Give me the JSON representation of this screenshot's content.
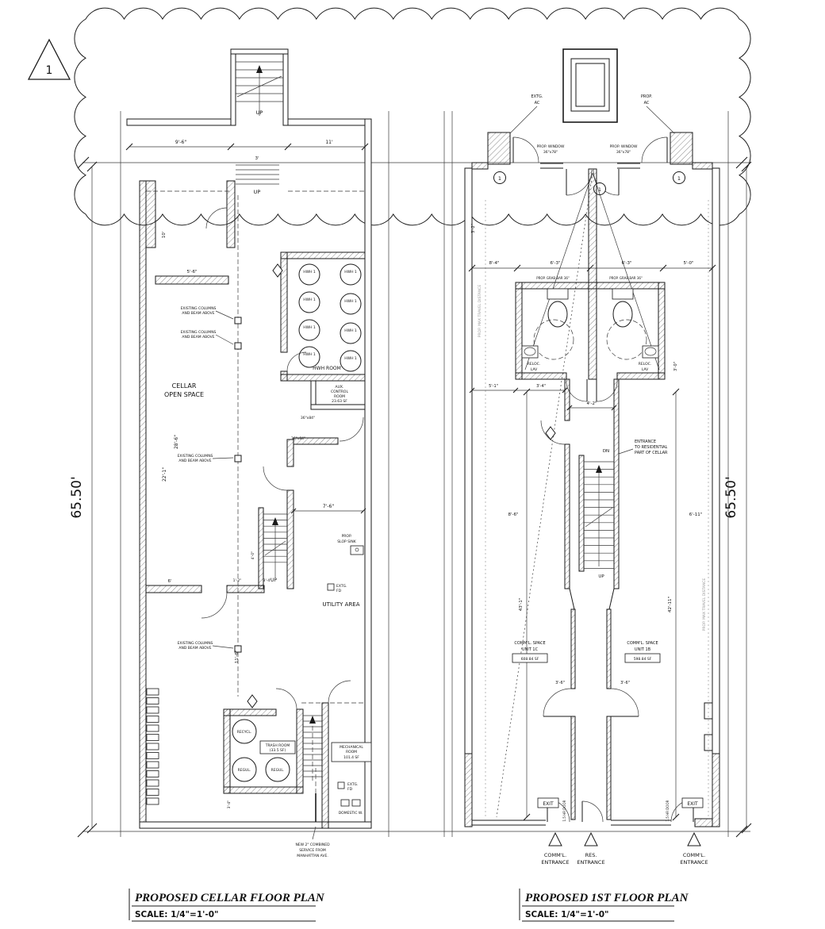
{
  "detail_marker": "1",
  "site": {
    "lot_depth": "65.50'"
  },
  "cellar": {
    "title": "PROPOSED CELLAR FLOOR PLAN",
    "scale_label": "SCALE:  1/4\"=1'-0\"",
    "labels": {
      "up": "UP",
      "open_space": [
        "CELLAR",
        "OPEN SPACE"
      ],
      "hwh_room": "HWH ROOM",
      "hwh_unit": "HWH 1",
      "aux_room": [
        "AUX.",
        "CONTROL",
        "ROOM",
        "23.63 SF"
      ],
      "columns": [
        "EXISTING COLUMNS",
        "AND BEAM ABOVE"
      ],
      "utility": "UTILITY AREA",
      "slop_sink": [
        "PROP.",
        "SLOP SINK"
      ],
      "floor_drain": [
        "EXTG.",
        "FD"
      ],
      "recycl": "RECYCL.",
      "regul": "REGUL.",
      "trash": [
        "TRASH ROOM",
        "(33.5 SF)"
      ],
      "mechanical": [
        "MECHANICAL",
        "ROOM",
        "101.4 SF"
      ],
      "service": [
        "NEW 2\" COMBINED",
        "SERVICE FROM",
        "MANHATTAN AVE."
      ],
      "domestic": "DOMESTIC W.",
      "door_size": "36\"x84\""
    },
    "dims": {
      "d9_6": "9'-6\"",
      "d11": "11'",
      "d3": "3'",
      "d5_6": "5'-6\"",
      "d10": "10'",
      "d28_6": "28'-6\"",
      "d22_1": "22'-1\"",
      "d7_6": "7'-6\"",
      "d6": "6'",
      "d1_2": "1'-2\"",
      "d3_4": "3'-4\"",
      "d4_0": "4'-0\"",
      "d11_6": "11'-6\""
    }
  },
  "first": {
    "title": "PROPOSED 1ST  FLOOR PLAN",
    "scale_label": "SCALE:  1/4\"=1'-0\"",
    "labels": {
      "extg_ac": [
        "EXTG.",
        "AC"
      ],
      "prop_ac": [
        "PROP.",
        "AC"
      ],
      "prop_window": [
        "PROP. WINDOW",
        "36\"x78\""
      ],
      "window_tag": "1",
      "grab_bar": "PROP. GRAB BAR 36\"",
      "reloc_lav": [
        "RELOC.",
        "LAV"
      ],
      "entrance_res": [
        "ENTRANCE",
        "TO RESIDENTIAL",
        "PART OF CELLAR"
      ],
      "dn": "DN",
      "up": "UP",
      "unit_1c": [
        "COMM'L. SPACE",
        "UNIT 1C",
        "608.84 SF"
      ],
      "unit_1b": [
        "COMM'L. SPACE",
        "UNIT 1B",
        "598.84 SF"
      ],
      "exit": "EXIT",
      "fire_door": "1.5 HR DOOR",
      "comml_entrance": [
        "COMM'L.",
        "ENTRANCE"
      ],
      "res_entrance": [
        "RES.",
        "ENTRANCE"
      ],
      "travel": "PROP. MAX TRAVEL DISTANCE"
    },
    "dims": {
      "d3_2": "3'-2\"",
      "d8_4": "8'-4\"",
      "d6_3": "6'-3\"",
      "d5_0": "5'-0\"",
      "d5_1": "5'-1\"",
      "d3_4": "3'-4\"",
      "d3_0": "3'-0\"",
      "d4_2": "4'-2\"",
      "d8_6": "8'-6\"",
      "d6_11": "6'-11\"",
      "d43_1": "43'-1\"",
      "d42_11": "42'-11\"",
      "d3_6": "3'-6\""
    }
  }
}
